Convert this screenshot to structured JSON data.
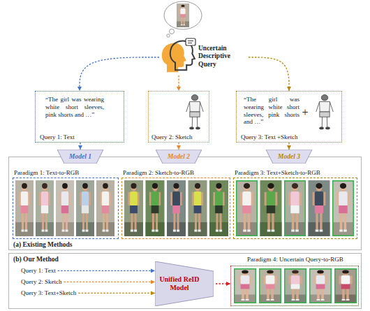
{
  "diagram": {
    "nodes": [
      {
        "text": [
          "Uncertain Descriptive Query"
        ]
      },
      {
        "text": [
          "“The girl was wearing white short sleeves, pink shorts and …”",
          "Query 1: Text"
        ]
      },
      {
        "text": [
          "Query 2: Sketch"
        ]
      },
      {
        "text": [
          "“The girl was wearing white short sleeves, pink shorts and …”",
          "+",
          "Query 3: Text +Sketch"
        ]
      },
      {
        "text": [
          "Model 1"
        ]
      },
      {
        "text": [
          "Model 2"
        ]
      },
      {
        "text": [
          "Model 3"
        ]
      },
      {
        "text": [
          "(a) Existing Methods"
        ]
      },
      {
        "text": [
          "Paradigm 1: Text-to-RGB"
        ],
        "in": 7
      },
      {
        "text": [
          "Paradigm 2: Sketch-to-RGB"
        ],
        "in": 7
      },
      {
        "text": [
          "Paradigm 3: Text+Sketch-to-RGB"
        ],
        "in": 7
      },
      {
        "text": [
          "(b) Our Method"
        ]
      },
      {
        "text": [
          "Query 1: Text"
        ],
        "in": 11
      },
      {
        "text": [
          "Query 2: Sketch"
        ],
        "in": 11
      },
      {
        "text": [
          "Query 3: Text+Sketch"
        ],
        "in": 11
      },
      {
        "text": [
          "Unified ReID Model"
        ],
        "in": 11
      },
      {
        "text": [
          "Paradigm 4: Uncertain Query-to-RGB"
        ],
        "in": 11
      }
    ],
    "edges": [
      {
        "from": 0,
        "to": 1,
        "arrow": "to"
      },
      {
        "from": 0,
        "to": 2,
        "arrow": "to"
      },
      {
        "from": 0,
        "to": 3,
        "arrow": "to"
      },
      {
        "from": 1,
        "to": 4,
        "arrow": "to"
      },
      {
        "from": 2,
        "to": 5,
        "arrow": "to"
      },
      {
        "from": 3,
        "to": 6,
        "arrow": "to"
      },
      {
        "from": 12,
        "to": 15,
        "arrow": "to"
      },
      {
        "from": 13,
        "to": 15,
        "arrow": "to"
      },
      {
        "from": 14,
        "to": 15,
        "arrow": "to"
      },
      {
        "from": 15,
        "to": 16,
        "arrow": "to"
      }
    ]
  }
}
